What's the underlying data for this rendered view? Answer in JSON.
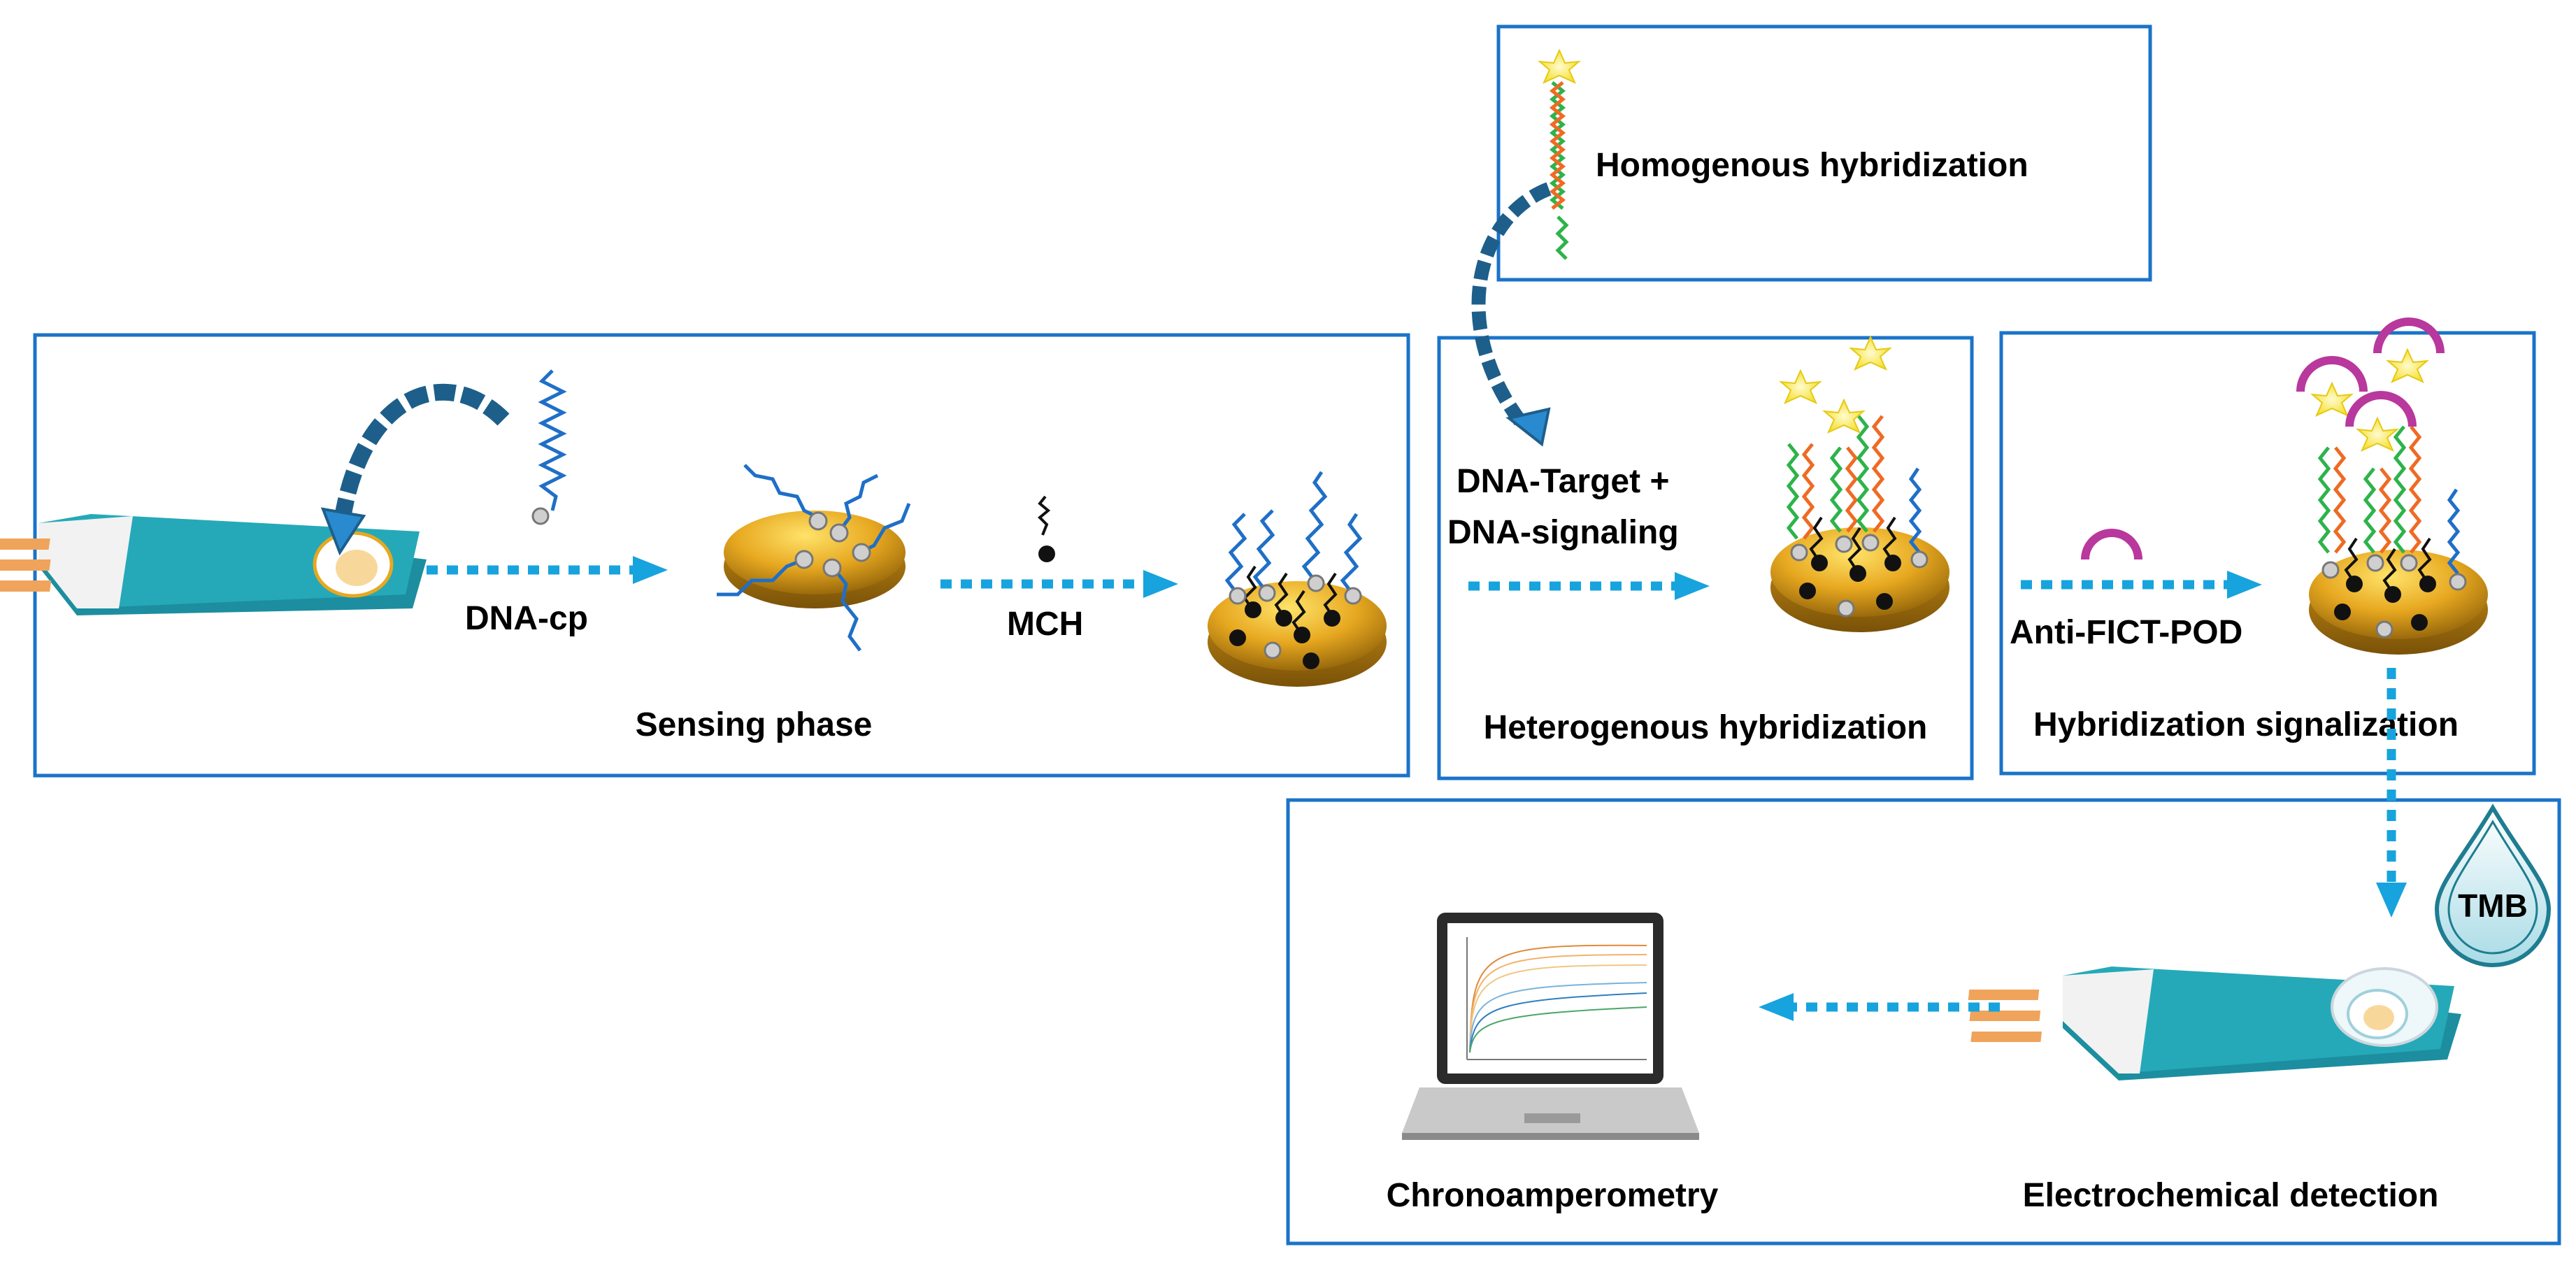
{
  "panels": {
    "homogenous": {
      "title": "Homogenous hybridization"
    },
    "sensing": {
      "title": "Sensing phase",
      "step1_label": "DNA-cp",
      "step2_label": "MCH"
    },
    "heterogenous": {
      "title": "Heterogenous hybridization",
      "reagent_line1": "DNA-Target +",
      "reagent_line2": "DNA-signaling"
    },
    "signalization": {
      "title": "Hybridization signalization",
      "reagent_label": "Anti-FICT-POD"
    },
    "detection": {
      "left_title": "Chronoamperometry",
      "right_title": "Electrochemical detection",
      "drop_label": "TMB"
    }
  },
  "colors": {
    "panel_border": "#1a73c8",
    "arrow": "#17a3dd",
    "dna_blue": "#1f6fc8",
    "dna_green": "#2db34a",
    "dna_orange": "#ef6a23",
    "electrode_teal": "#25a9b8",
    "gold": "#e7a820",
    "antibody": "#b8389d"
  },
  "icons": [
    "screen-printed-electrode",
    "gold-nanoparticle",
    "dna-strand",
    "star-label",
    "antibody-arc",
    "tmb-drop",
    "laptop"
  ]
}
